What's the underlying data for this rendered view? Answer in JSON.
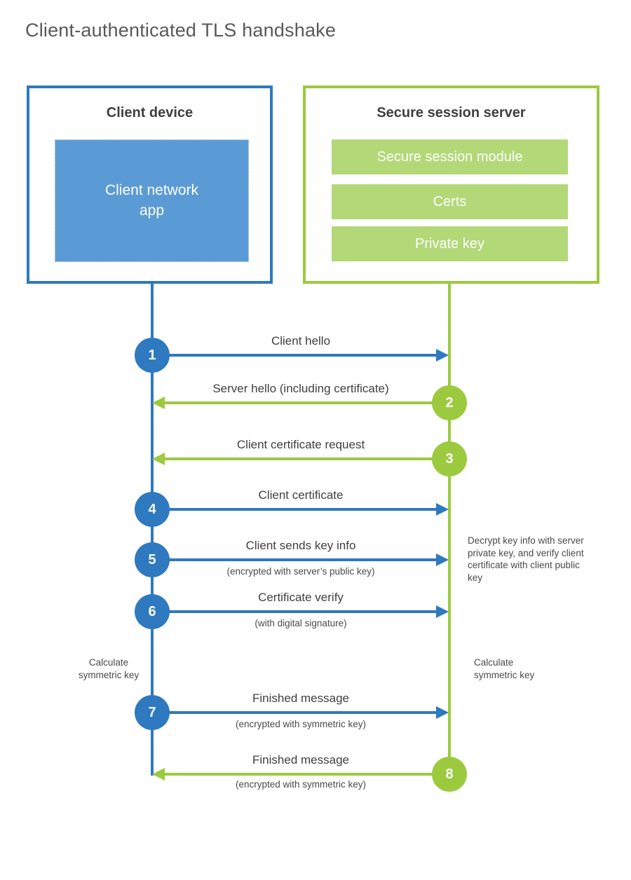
{
  "title": "Client-authenticated TLS handshake",
  "colors": {
    "blue": "#2E79C0",
    "light_blue": "#5B9BD5",
    "green": "#9CCA3F",
    "light_green": "#B3D878"
  },
  "client": {
    "title": "Client device",
    "app_label": "Client network\napp"
  },
  "server": {
    "title": "Secure session server",
    "modules": [
      "Secure session module",
      "Certs",
      "Private key"
    ]
  },
  "steps": [
    {
      "number": "1",
      "label": "Client hello",
      "direction": "right",
      "color": "blue"
    },
    {
      "number": "2",
      "label": "Server hello (including certificate)",
      "direction": "left",
      "color": "green"
    },
    {
      "number": "3",
      "label": "Client certificate request",
      "direction": "left",
      "color": "green"
    },
    {
      "number": "4",
      "label": "Client certificate",
      "direction": "right",
      "color": "blue"
    },
    {
      "number": "5",
      "label": "Client sends key info",
      "sub": "(encrypted with server’s public key)",
      "direction": "right",
      "color": "blue"
    },
    {
      "number": "6",
      "label": "Certificate verify",
      "sub": "(with digital signature)",
      "direction": "right",
      "color": "blue"
    },
    {
      "number": "7",
      "label": "Finished message",
      "sub": "(encrypted with symmetric key)",
      "direction": "right",
      "color": "blue"
    },
    {
      "number": "8",
      "label": "Finished message",
      "sub": "(encrypted with symmetric key)",
      "direction": "left",
      "color": "green"
    }
  ],
  "annotations": {
    "decrypt": "Decrypt key info with server private key, and verify client certificate with client public key",
    "calc_left": "Calculate\nsymmetric key",
    "calc_right": "Calculate\nsymmetric key"
  }
}
